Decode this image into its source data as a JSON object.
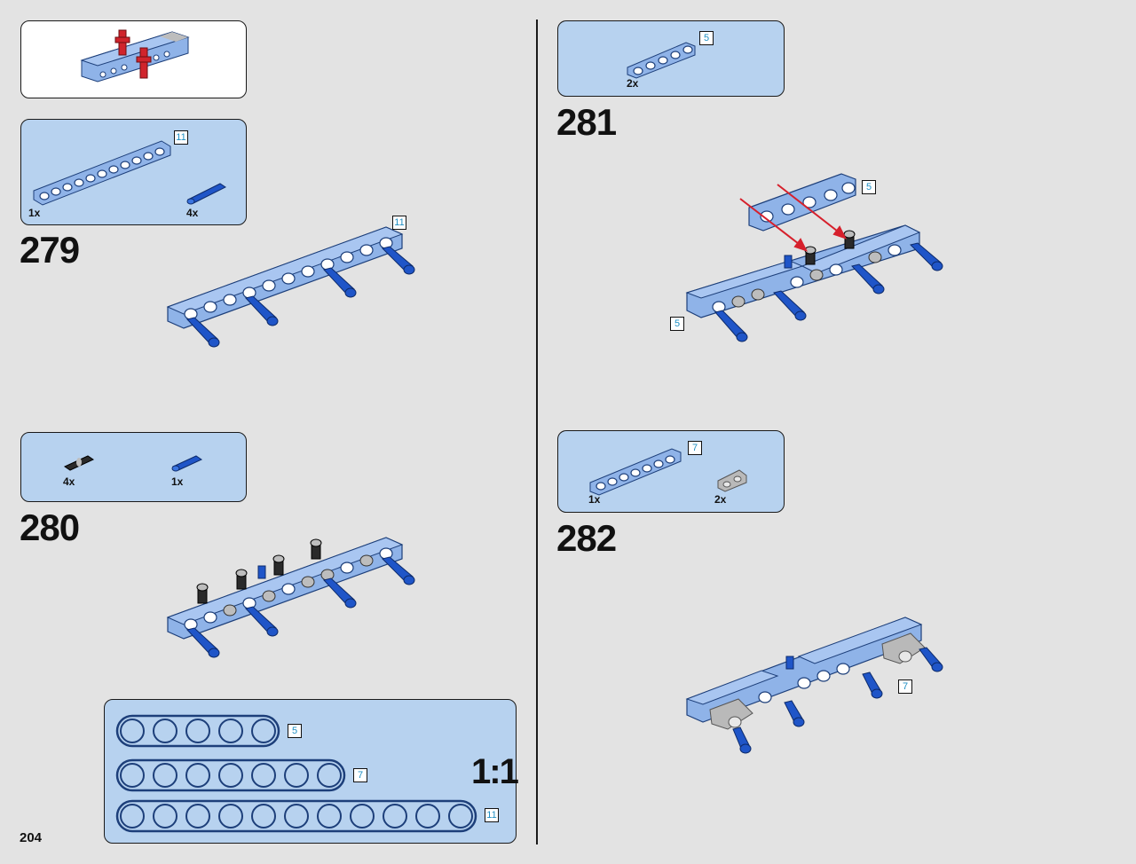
{
  "page_number": "204",
  "colors": {
    "panel": "#b7d2ef",
    "beam": "#8fb3e8",
    "pin_blue": "#1f55c8",
    "pin_dark": "#2a2a2a",
    "arrow": "#d6202c",
    "bush_gray": "#b9b9b9",
    "red_part": "#d0242c"
  },
  "steps": [
    {
      "number": "279",
      "parts": [
        {
          "qty": "1x",
          "icon": "beam-11-icon",
          "length": "11"
        },
        {
          "qty": "4x",
          "icon": "blue-axle-pin-icon"
        }
      ],
      "callouts": [
        "11"
      ]
    },
    {
      "number": "280",
      "parts": [
        {
          "qty": "4x",
          "icon": "black-pin-icon"
        },
        {
          "qty": "1x",
          "icon": "blue-axle-pin-icon"
        }
      ]
    },
    {
      "number": "281",
      "parts": [
        {
          "qty": "2x",
          "icon": "beam-5-icon",
          "length": "5"
        }
      ],
      "callouts": [
        "5",
        "5"
      ]
    },
    {
      "number": "282",
      "parts": [
        {
          "qty": "1x",
          "icon": "beam-7-icon",
          "length": "7"
        },
        {
          "qty": "2x",
          "icon": "gray-connector-icon"
        }
      ],
      "callouts": [
        "7"
      ]
    }
  ],
  "scale_guide": {
    "label": "1:1",
    "beams": [
      {
        "length": "5",
        "holes": 5
      },
      {
        "length": "7",
        "holes": 7
      },
      {
        "length": "11",
        "holes": 11
      }
    ]
  }
}
